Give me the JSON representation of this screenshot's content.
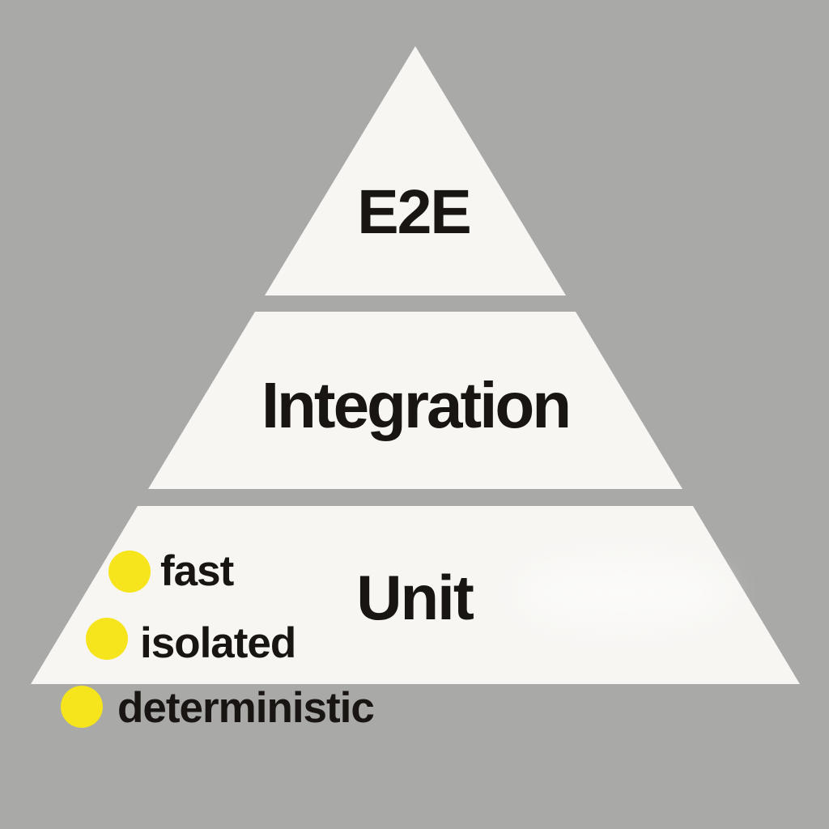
{
  "pyramid": {
    "levels": [
      {
        "id": "e2e",
        "label": "E2E"
      },
      {
        "id": "integration",
        "label": "Integration"
      },
      {
        "id": "unit",
        "label": "Unit"
      }
    ]
  },
  "characteristics": [
    {
      "label": "fast"
    },
    {
      "label": "isolated"
    },
    {
      "label": "deterministic"
    }
  ],
  "colors": {
    "background": "#A9A9A8",
    "segment": "#F7F6F3",
    "text": "#181512",
    "bullet": "#F6E41C"
  }
}
